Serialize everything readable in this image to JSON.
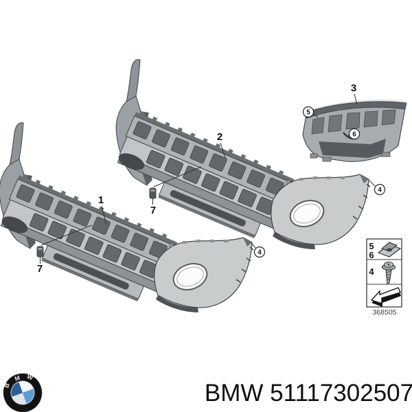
{
  "footer": {
    "part_label": "BMW 51117302507"
  },
  "logo": {
    "name": "bmw-roundel",
    "letters": [
      "B",
      "M",
      "W"
    ]
  },
  "diagram": {
    "code": "368505",
    "callouts": {
      "part1": "1",
      "part2": "2",
      "part3": "3",
      "corner_left": "4",
      "corner_right": "4",
      "bracket_nut": "5",
      "bracket_screw": "6",
      "clip_left": "7",
      "clip_right": "7"
    },
    "legend": {
      "rows": [
        {
          "labels": [
            "5",
            "6"
          ],
          "icon": "speed-nut-icon"
        },
        {
          "labels": [
            "4"
          ],
          "icon": "screw-icon"
        },
        {
          "labels": [],
          "icon": "direction-arrow-icon"
        }
      ]
    },
    "colors": {
      "body_light": "#c6cacc",
      "body_mid": "#aeb3b6",
      "body_dark": "#5d6265",
      "outline": "#3f4346",
      "roundel_blue_dark": "#2b5f9a",
      "roundel_blue_light": "#5b9ccf",
      "background": "#ffffff"
    }
  }
}
